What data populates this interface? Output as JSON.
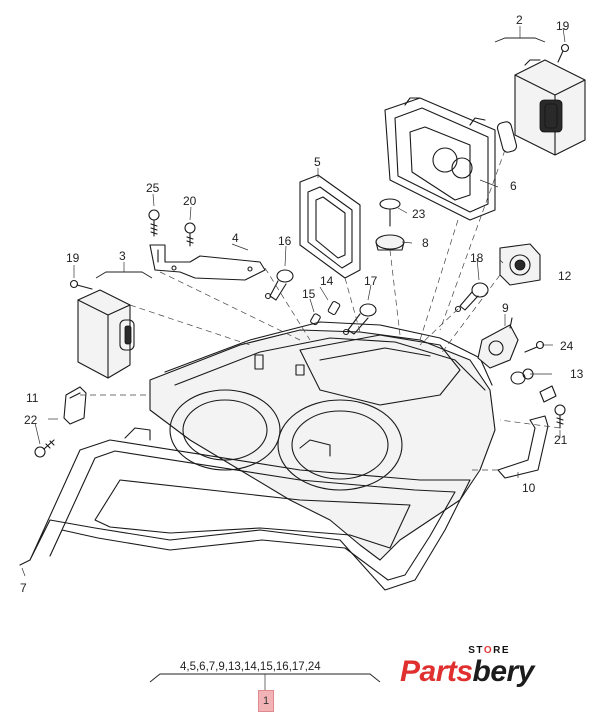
{
  "diagram": {
    "assembly_parts_list": "4,5,6,7,9,13,14,15,16,17,24",
    "assembly_number": "1",
    "callouts": {
      "c2": "2",
      "c3": "3",
      "c4": "4",
      "c5": "5",
      "c6": "6",
      "c7": "7",
      "c8": "8",
      "c9": "9",
      "c10": "10",
      "c11": "11",
      "c12": "12",
      "c13": "13",
      "c14": "14",
      "c15": "15",
      "c16": "16",
      "c17": "17",
      "c18": "18",
      "c19a": "19",
      "c19b": "19",
      "c20": "20",
      "c21": "21",
      "c22": "22",
      "c23": "23",
      "c24": "24",
      "c25": "25"
    }
  },
  "watermark": {
    "store_text_a": "ST",
    "store_text_o": "O",
    "store_text_b": "RE",
    "brand_a": "Parts",
    "brand_b": "bery"
  }
}
